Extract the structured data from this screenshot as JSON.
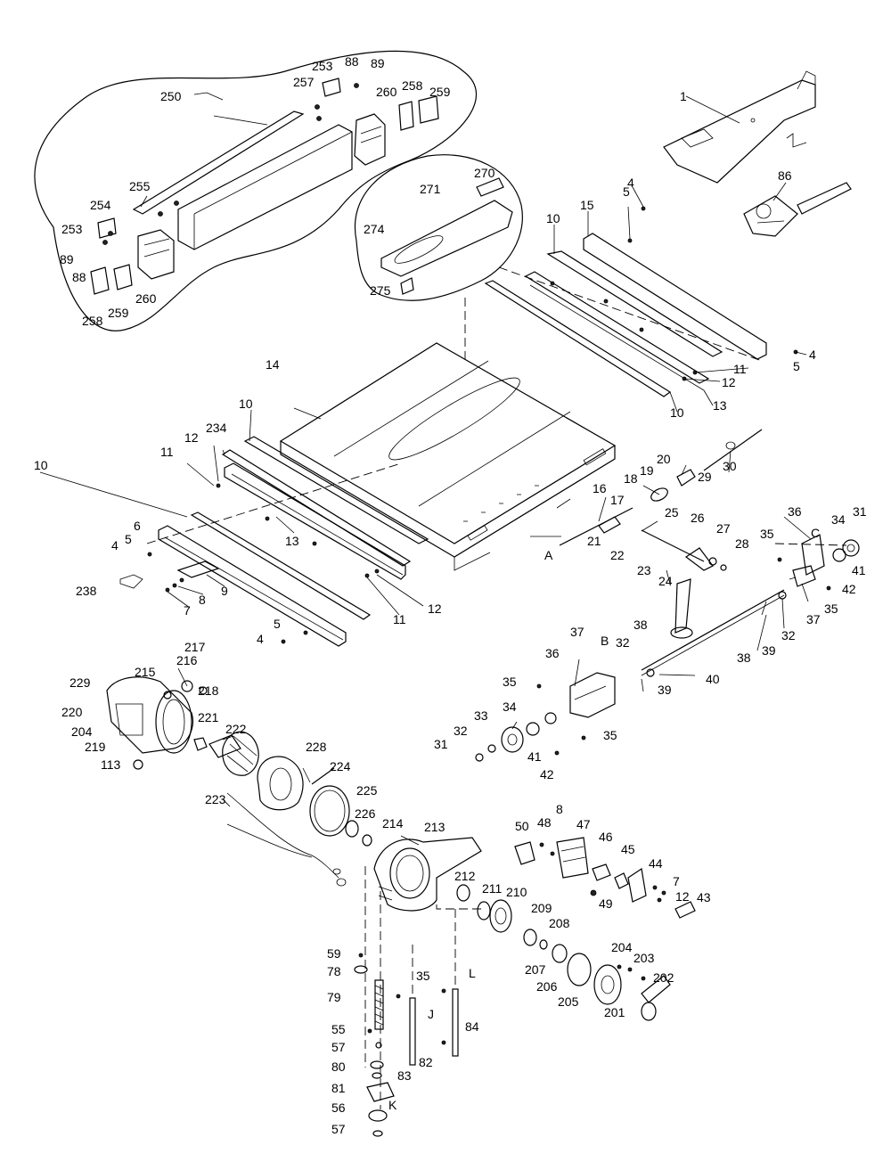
{
  "diagram": {
    "labels": [
      {
        "id": "l1",
        "text": "1"
      },
      {
        "id": "l86",
        "text": "86"
      },
      {
        "id": "l4a",
        "text": "4"
      },
      {
        "id": "l5a",
        "text": "5"
      },
      {
        "id": "l15",
        "text": "15"
      },
      {
        "id": "l10a",
        "text": "10"
      },
      {
        "id": "l4b",
        "text": "4"
      },
      {
        "id": "l5b",
        "text": "5"
      },
      {
        "id": "l11a",
        "text": "11"
      },
      {
        "id": "l12a",
        "text": "12"
      },
      {
        "id": "l13a",
        "text": "13"
      },
      {
        "id": "l10b",
        "text": "10"
      },
      {
        "id": "l250",
        "text": "250"
      },
      {
        "id": "l253a",
        "text": "253"
      },
      {
        "id": "l88a",
        "text": "88"
      },
      {
        "id": "l89a",
        "text": "89"
      },
      {
        "id": "l257",
        "text": "257"
      },
      {
        "id": "l260a",
        "text": "260"
      },
      {
        "id": "l258a",
        "text": "258"
      },
      {
        "id": "l259a",
        "text": "259"
      },
      {
        "id": "l255",
        "text": "255"
      },
      {
        "id": "l254",
        "text": "254"
      },
      {
        "id": "l253b",
        "text": "253"
      },
      {
        "id": "l89b",
        "text": "89"
      },
      {
        "id": "l88b",
        "text": "88"
      },
      {
        "id": "l260b",
        "text": "260"
      },
      {
        "id": "l259b",
        "text": "259"
      },
      {
        "id": "l258b",
        "text": "258"
      },
      {
        "id": "l270",
        "text": "270"
      },
      {
        "id": "l271",
        "text": "271"
      },
      {
        "id": "l274",
        "text": "274"
      },
      {
        "id": "l275",
        "text": "275"
      },
      {
        "id": "l14",
        "text": "14"
      },
      {
        "id": "l10c",
        "text": "10"
      },
      {
        "id": "l234",
        "text": "234"
      },
      {
        "id": "l11b",
        "text": "11"
      },
      {
        "id": "l12b",
        "text": "12"
      },
      {
        "id": "l10d",
        "text": "10"
      },
      {
        "id": "l6",
        "text": "6"
      },
      {
        "id": "l5c",
        "text": "5"
      },
      {
        "id": "l4c",
        "text": "4"
      },
      {
        "id": "l13b",
        "text": "13"
      },
      {
        "id": "l238",
        "text": "238"
      },
      {
        "id": "l9",
        "text": "9"
      },
      {
        "id": "l8a",
        "text": "8"
      },
      {
        "id": "l7a",
        "text": "7"
      },
      {
        "id": "l12c",
        "text": "12"
      },
      {
        "id": "l11c",
        "text": "11"
      },
      {
        "id": "l5d",
        "text": "5"
      },
      {
        "id": "l4d",
        "text": "4"
      },
      {
        "id": "lA",
        "text": "A"
      },
      {
        "id": "l16",
        "text": "16"
      },
      {
        "id": "l17",
        "text": "17"
      },
      {
        "id": "l18",
        "text": "18"
      },
      {
        "id": "l19",
        "text": "19"
      },
      {
        "id": "l20",
        "text": "20"
      },
      {
        "id": "l29",
        "text": "29"
      },
      {
        "id": "l30",
        "text": "30"
      },
      {
        "id": "l21",
        "text": "21"
      },
      {
        "id": "l22",
        "text": "22"
      },
      {
        "id": "l23",
        "text": "23"
      },
      {
        "id": "l25",
        "text": "25"
      },
      {
        "id": "l24",
        "text": "24"
      },
      {
        "id": "l26",
        "text": "26"
      },
      {
        "id": "l27",
        "text": "27"
      },
      {
        "id": "l28",
        "text": "28"
      },
      {
        "id": "l35a",
        "text": "35"
      },
      {
        "id": "l36a",
        "text": "36"
      },
      {
        "id": "lC",
        "text": "C"
      },
      {
        "id": "l34a",
        "text": "34"
      },
      {
        "id": "l31a",
        "text": "31"
      },
      {
        "id": "l41a",
        "text": "41"
      },
      {
        "id": "l42a",
        "text": "42"
      },
      {
        "id": "l35b",
        "text": "35"
      },
      {
        "id": "l37a",
        "text": "37"
      },
      {
        "id": "l32a",
        "text": "32"
      },
      {
        "id": "l38a",
        "text": "38"
      },
      {
        "id": "l39a",
        "text": "39"
      },
      {
        "id": "l40",
        "text": "40"
      },
      {
        "id": "l38b",
        "text": "38"
      },
      {
        "id": "l37b",
        "text": "37"
      },
      {
        "id": "lB",
        "text": "B"
      },
      {
        "id": "l36b",
        "text": "36"
      },
      {
        "id": "l32b",
        "text": "32"
      },
      {
        "id": "l39b",
        "text": "39"
      },
      {
        "id": "l35c",
        "text": "35"
      },
      {
        "id": "l34b",
        "text": "34"
      },
      {
        "id": "l33",
        "text": "33"
      },
      {
        "id": "l32c",
        "text": "32"
      },
      {
        "id": "l31b",
        "text": "31"
      },
      {
        "id": "l41b",
        "text": "41"
      },
      {
        "id": "l42b",
        "text": "42"
      },
      {
        "id": "l35d",
        "text": "35"
      },
      {
        "id": "l217",
        "text": "217"
      },
      {
        "id": "l216",
        "text": "216"
      },
      {
        "id": "l215",
        "text": "215"
      },
      {
        "id": "l229",
        "text": "229"
      },
      {
        "id": "l218",
        "text": "218"
      },
      {
        "id": "l220",
        "text": "220"
      },
      {
        "id": "l204a",
        "text": "204"
      },
      {
        "id": "l219",
        "text": "219"
      },
      {
        "id": "l221",
        "text": "221"
      },
      {
        "id": "l222",
        "text": "222"
      },
      {
        "id": "l113",
        "text": "113"
      },
      {
        "id": "l228",
        "text": "228"
      },
      {
        "id": "l224",
        "text": "224"
      },
      {
        "id": "l225",
        "text": "225"
      },
      {
        "id": "l223",
        "text": "223"
      },
      {
        "id": "l226",
        "text": "226"
      },
      {
        "id": "l214",
        "text": "214"
      },
      {
        "id": "l213",
        "text": "213"
      },
      {
        "id": "l50",
        "text": "50"
      },
      {
        "id": "l8b",
        "text": "8"
      },
      {
        "id": "l48",
        "text": "48"
      },
      {
        "id": "l47",
        "text": "47"
      },
      {
        "id": "l46",
        "text": "46"
      },
      {
        "id": "l45",
        "text": "45"
      },
      {
        "id": "l44",
        "text": "44"
      },
      {
        "id": "l7b",
        "text": "7"
      },
      {
        "id": "l12d",
        "text": "12"
      },
      {
        "id": "l43",
        "text": "43"
      },
      {
        "id": "l49",
        "text": "49"
      },
      {
        "id": "l212",
        "text": "212"
      },
      {
        "id": "l211",
        "text": "211"
      },
      {
        "id": "l210",
        "text": "210"
      },
      {
        "id": "l209",
        "text": "209"
      },
      {
        "id": "l208",
        "text": "208"
      },
      {
        "id": "l207",
        "text": "207"
      },
      {
        "id": "l206",
        "text": "206"
      },
      {
        "id": "l205",
        "text": "205"
      },
      {
        "id": "l204b",
        "text": "204"
      },
      {
        "id": "l203",
        "text": "203"
      },
      {
        "id": "l202",
        "text": "202"
      },
      {
        "id": "l201",
        "text": "201"
      },
      {
        "id": "l59",
        "text": "59"
      },
      {
        "id": "l78",
        "text": "78"
      },
      {
        "id": "l79",
        "text": "79"
      },
      {
        "id": "l55",
        "text": "55"
      },
      {
        "id": "l57a",
        "text": "57"
      },
      {
        "id": "l80",
        "text": "80"
      },
      {
        "id": "l83",
        "text": "83"
      },
      {
        "id": "l81",
        "text": "81"
      },
      {
        "id": "lK",
        "text": "K"
      },
      {
        "id": "l56",
        "text": "56"
      },
      {
        "id": "l57b",
        "text": "57"
      },
      {
        "id": "l35e",
        "text": "35"
      },
      {
        "id": "lJ",
        "text": "J"
      },
      {
        "id": "l82",
        "text": "82"
      },
      {
        "id": "lL",
        "text": "L"
      },
      {
        "id": "l84",
        "text": "84"
      }
    ]
  }
}
